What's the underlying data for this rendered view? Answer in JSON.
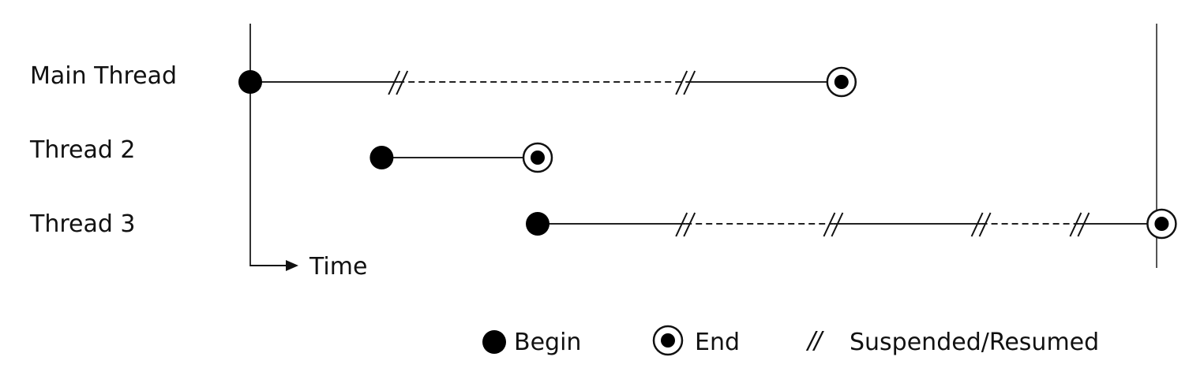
{
  "threads": [
    {
      "label": "Main Thread",
      "segments": [
        {
          "from": 0,
          "to": 18,
          "style": "solid"
        },
        {
          "from": 18,
          "to": 53,
          "style": "dashed"
        },
        {
          "from": 53,
          "to": 72,
          "style": "solid"
        }
      ],
      "suspend_marks": [
        18,
        53
      ],
      "begin": 0,
      "end": 72
    },
    {
      "label": "Thread 2",
      "segments": [
        {
          "from": 16,
          "to": 35,
          "style": "solid"
        }
      ],
      "suspend_marks": [],
      "begin": 16,
      "end": 35
    },
    {
      "label": "Thread 3",
      "segments": [
        {
          "from": 35,
          "to": 53,
          "style": "solid"
        },
        {
          "from": 53,
          "to": 71,
          "style": "dashed"
        },
        {
          "from": 71,
          "to": 89,
          "style": "solid"
        },
        {
          "from": 89,
          "to": 101,
          "style": "dashed"
        },
        {
          "from": 101,
          "to": 111,
          "style": "solid"
        }
      ],
      "suspend_marks": [
        53,
        71,
        89,
        101
      ],
      "begin": 35,
      "end": 111
    }
  ],
  "time_axis": {
    "label": "Time"
  },
  "legend": {
    "begin_label": "Begin",
    "end_label": "End",
    "suspend_symbol": "//",
    "suspend_label": "Suspended/Resumed"
  }
}
